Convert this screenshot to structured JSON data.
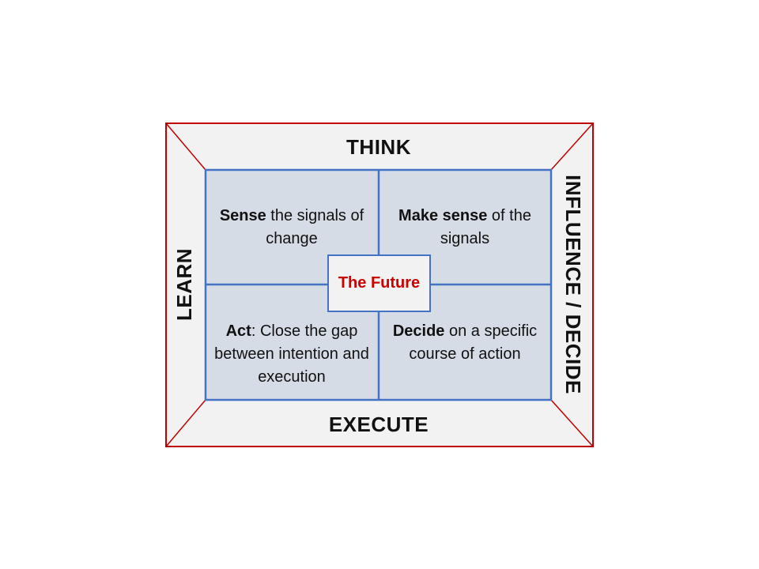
{
  "frame": {
    "top": "THINK",
    "bottom": "EXECUTE",
    "left": "LEARN",
    "right": "INFLUENCE / DECIDE"
  },
  "quadrants": {
    "top_left": {
      "bold": "Sense",
      "rest": " the signals of change"
    },
    "top_right": {
      "bold": "Make sense",
      "rest": " of the signals"
    },
    "bottom_left": {
      "bold": "Act",
      "rest": ": Close the gap between intention and execution"
    },
    "bottom_right": {
      "bold": "Decide",
      "rest": " on a specific course of action"
    }
  },
  "center": {
    "label": "The Future"
  },
  "colors": {
    "outer_border": "#C00000",
    "inner_border": "#4472C4",
    "frame_fill": "#F2F2F2",
    "quadrant_fill": "#D6DCE5",
    "center_text": "#CC0000"
  }
}
